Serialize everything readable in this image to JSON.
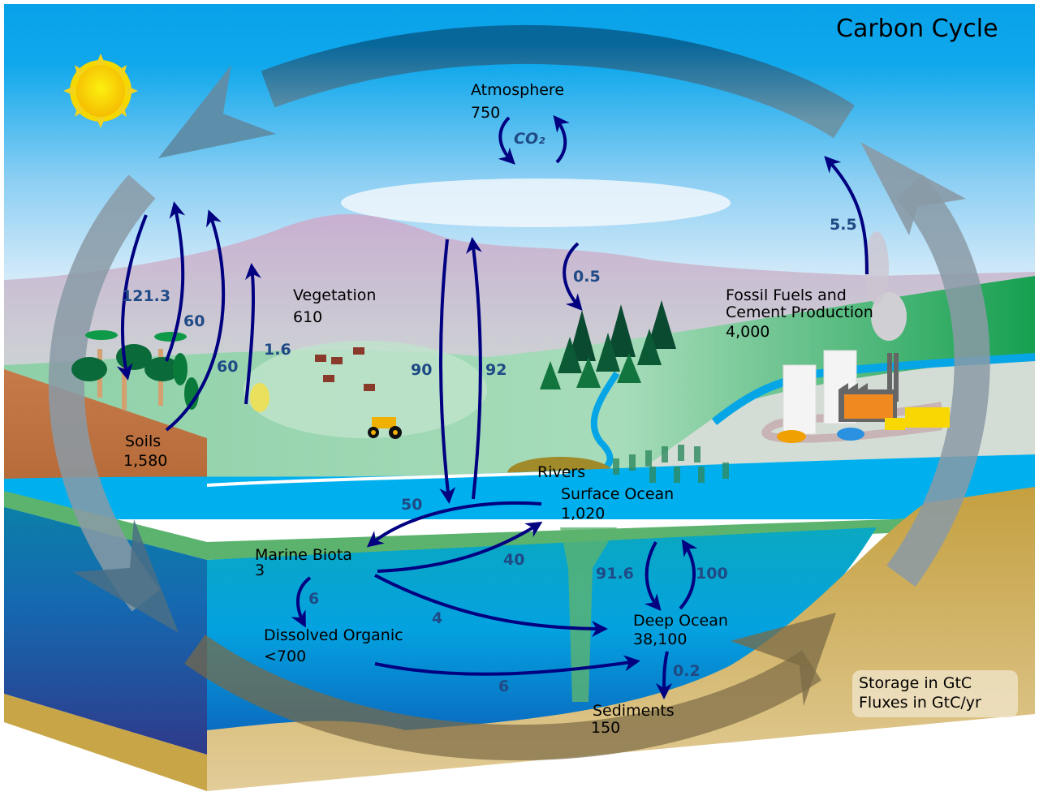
{
  "title": "Carbon Cycle",
  "legend": {
    "storage": "Storage in GtC",
    "fluxes": "Fluxes in GtC/yr"
  },
  "reservoirs": {
    "atmosphere": {
      "name": "Atmosphere",
      "value": "750",
      "gas": "CO₂"
    },
    "vegetation": {
      "name": "Vegetation",
      "value": "610"
    },
    "soils": {
      "name": "Soils",
      "value": "1,580"
    },
    "fossil": {
      "name_line1": "Fossil Fuels and",
      "name_line2": "Cement Production",
      "value": "4,000"
    },
    "rivers": {
      "name": "Rivers"
    },
    "surface_ocean": {
      "name": "Surface Ocean",
      "value": "1,020"
    },
    "marine_biota": {
      "name": "Marine Biota",
      "value": "3"
    },
    "dissolved_organic": {
      "name": "Dissolved Organic",
      "value": "<700"
    },
    "deep_ocean": {
      "name": "Deep Ocean",
      "value": "38,100"
    },
    "sediments": {
      "name": "Sediments",
      "value": "150"
    }
  },
  "fluxes": {
    "atm_to_soil": "121.3",
    "soil_to_atm_a": "60",
    "soil_to_atm_b": "60",
    "veg_to_atm_fire": "1.6",
    "atm_to_ocean": "90",
    "ocean_to_atm": "92",
    "atm_to_forest": "0.5",
    "fossil_to_atm": "5.5",
    "surface_to_biota": "50",
    "biota_to_surface": "40",
    "biota_to_dissolved": "6",
    "biota_to_deep": "4",
    "dissolved_to_deep": "6",
    "surface_to_deep": "91.6",
    "deep_to_surface": "100",
    "deep_to_sediments": "0.2"
  },
  "colors": {
    "flux_arrow": "#000080",
    "flux_label": "#1f4a85",
    "sky_top": "#0aa3ec",
    "ocean": "#00b0ee",
    "deep_ocean": "#1565b0",
    "sand": "#d9c48f"
  }
}
